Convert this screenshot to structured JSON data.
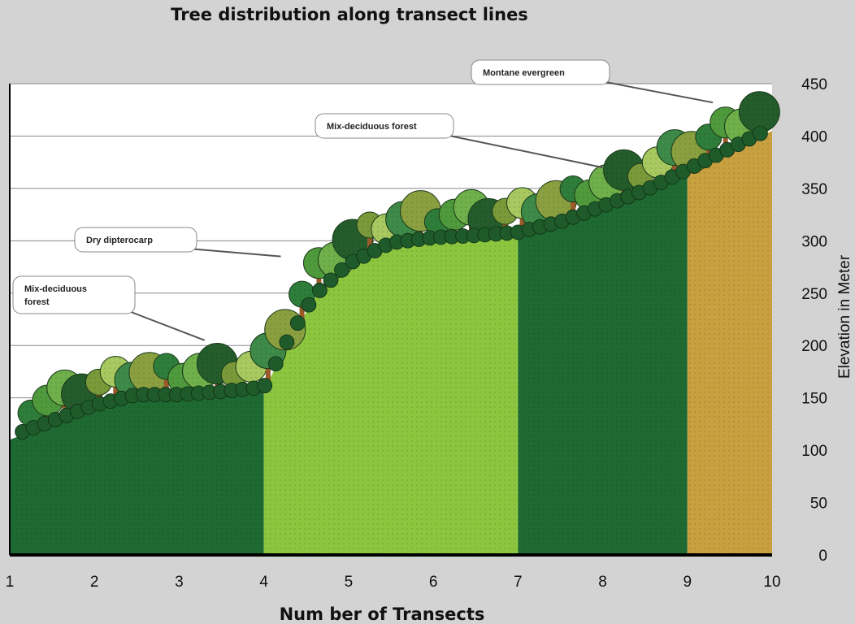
{
  "chart_data": {
    "type": "area",
    "title": "Tree distribution along transect lines",
    "xlabel": "Num ber of Transects",
    "ylabel": "Elevation in Meter",
    "x_ticks": [
      "1",
      "2",
      "3",
      "4",
      "5",
      "6",
      "7",
      "8",
      "9",
      "10"
    ],
    "y_ticks": [
      "0",
      "50",
      "100",
      "150",
      "200",
      "250",
      "300",
      "350",
      "400",
      "450"
    ],
    "xlim": [
      1,
      10
    ],
    "ylim": [
      0,
      450
    ],
    "y_axis_position": "right",
    "gridlines": "horizontal",
    "terrain_profile": {
      "x": [
        1,
        1.5,
        2,
        2.5,
        3,
        3.5,
        4,
        4.3,
        4.6,
        5,
        5.5,
        6,
        6.5,
        7,
        7.5,
        8,
        8.5,
        9,
        9.5,
        10
      ],
      "y": [
        110,
        125,
        140,
        150,
        150,
        153,
        157,
        205,
        245,
        275,
        295,
        300,
        302,
        305,
        315,
        330,
        345,
        365,
        385,
        405
      ]
    },
    "segments": [
      {
        "x_start": 1,
        "x_end": 4,
        "color": "#1e6a32"
      },
      {
        "x_start": 4,
        "x_end": 7,
        "color": "#8cc63f"
      },
      {
        "x_start": 7,
        "x_end": 9,
        "color": "#1e6a32"
      },
      {
        "x_start": 9,
        "x_end": 10,
        "color": "#c8a040"
      }
    ],
    "annotations": [
      {
        "text": "Montane evergreen",
        "at_x": 9.3,
        "at_y": 432
      },
      {
        "text": "Mix-deciduous forest",
        "at_x": 8.0,
        "at_y": 370
      },
      {
        "text": "Dry dipterocarp",
        "at_x": 4.2,
        "at_y": 285
      },
      {
        "text": "Mix-deciduous\nforest",
        "at_x": 3.3,
        "at_y": 205
      }
    ]
  }
}
